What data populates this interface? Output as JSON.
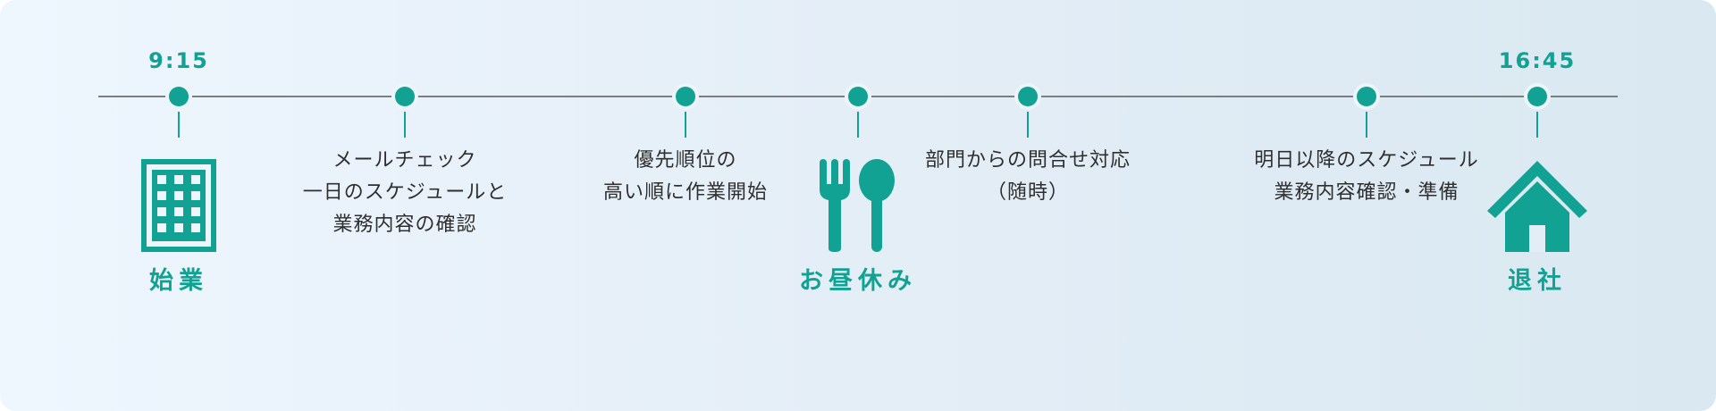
{
  "timeline": {
    "start": {
      "time": "9:15",
      "label": "始業",
      "icon": "office-building-icon"
    },
    "step1": {
      "lines": [
        "メールチェック",
        "一日のスケジュールと",
        "業務内容の確認"
      ]
    },
    "step2": {
      "lines": [
        "優先順位の",
        "高い順に作業開始"
      ]
    },
    "lunch": {
      "label": "お昼休み",
      "icon": "fork-spoon-icon"
    },
    "step3": {
      "lines": [
        "部門からの問合せ対応",
        "（随時）"
      ]
    },
    "step4": {
      "lines": [
        "明日以降のスケジュール",
        "業務内容確認・準備"
      ]
    },
    "end": {
      "time": "16:45",
      "label": "退社",
      "icon": "house-icon"
    }
  },
  "colors": {
    "accent": "#11a293",
    "axis": "#7a7f84",
    "text": "#2f2f2f"
  }
}
